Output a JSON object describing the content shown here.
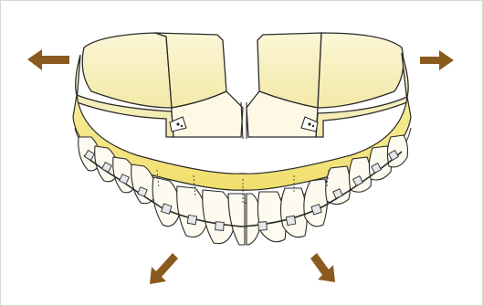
{
  "figure": {
    "subject": "maxillary-dental-arch-with-palatal-expansion-appliance-and-braces",
    "colors": {
      "background": "#ffffff",
      "appliance_fill": "#f6efb8",
      "appliance_light": "#fbf7d9",
      "acrylic_band": "#f3e47a",
      "tooth_fill": "#fdfbef",
      "outline": "#2b2b2b",
      "arrow": "#8a5a1e",
      "bracket": "#9aa0a6"
    },
    "arrows": [
      {
        "name": "arrow-left",
        "direction": "left"
      },
      {
        "name": "arrow-right",
        "direction": "right"
      },
      {
        "name": "arrow-down-left",
        "direction": "down-left"
      },
      {
        "name": "arrow-down-right",
        "direction": "down-right"
      }
    ]
  }
}
